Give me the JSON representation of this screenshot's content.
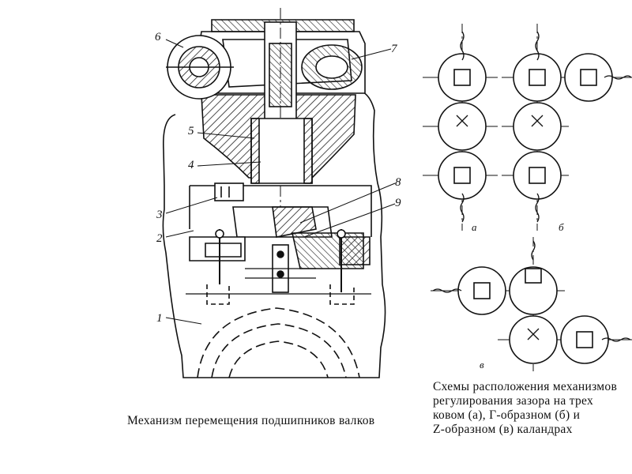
{
  "left_figure": {
    "caption": "Механизм перемещения подшипников валков",
    "callouts": [
      "6",
      "7",
      "5",
      "4",
      "3",
      "8",
      "9",
      "2",
      "1"
    ]
  },
  "right_figure": {
    "caption_lines": [
      "Схемы расположения механизмов",
      "регулирования зазора на трех",
      "ковом (а), Г-образном (б)  и",
      "Z-образном (в) каландрах"
    ],
    "scheme_labels": [
      "а",
      "б",
      "в"
    ]
  }
}
